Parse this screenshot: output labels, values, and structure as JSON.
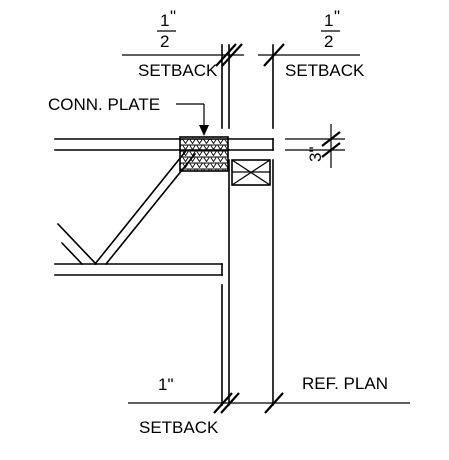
{
  "labels": {
    "top_left_numerator": "1",
    "top_left_denominator": "2",
    "top_left_inch": "\"",
    "top_left_setback": "SETBACK",
    "top_right_numerator": "1",
    "top_right_denominator": "2",
    "top_right_inch": "\"",
    "top_right_setback": "SETBACK",
    "conn_plate": "CONN. PLATE",
    "dim_3": "3\"",
    "bottom_dim": "1\"",
    "bottom_setback": "SETBACK",
    "ref_plan": "REF. PLAN"
  }
}
